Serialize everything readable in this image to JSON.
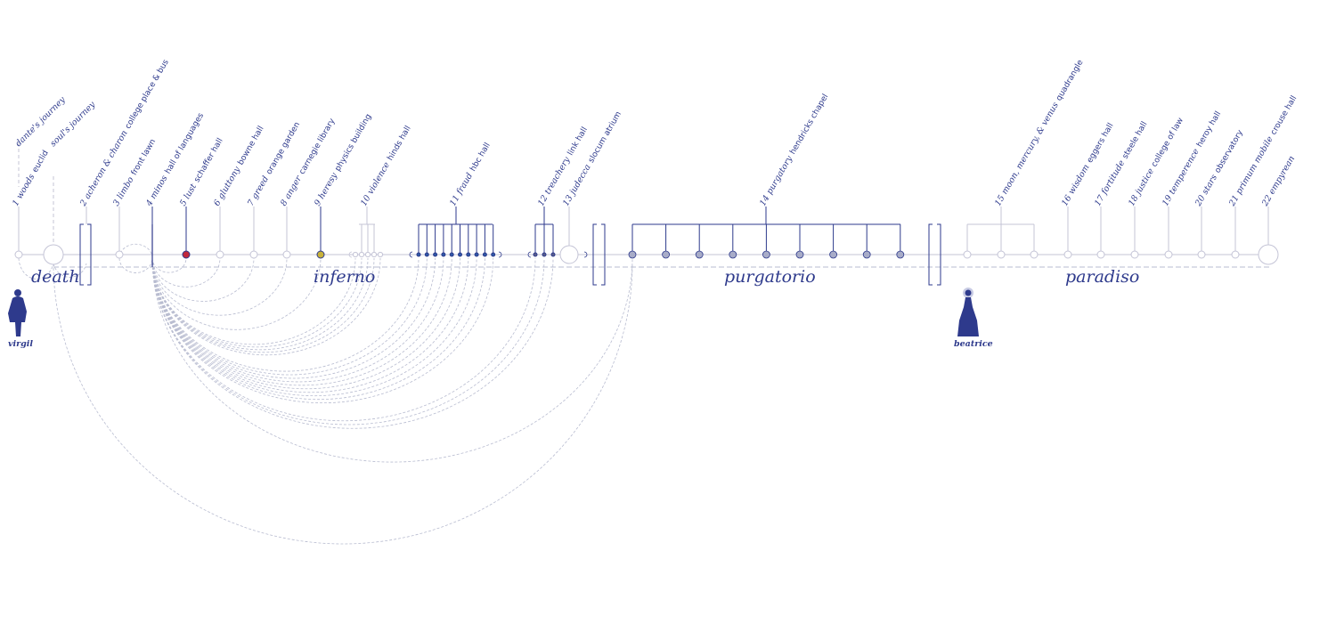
{
  "colors": {
    "ink": "#2e3a8c",
    "faint": "#c4c4d6",
    "arc": "#b8bcd0",
    "lust": "#c0283c",
    "heresy": "#c8b23a",
    "purg_node": "#a8acc8",
    "fraud_node": "#2e5aa8"
  },
  "journeys": [
    {
      "id": "dante",
      "label": "dante's journey"
    },
    {
      "id": "soul",
      "label": "soul's journey"
    }
  ],
  "sections": [
    {
      "id": "death",
      "label": "death"
    },
    {
      "id": "inferno",
      "label": "inferno"
    },
    {
      "id": "purgatorio",
      "label": "purgatorio"
    },
    {
      "id": "paradiso",
      "label": "paradiso"
    }
  ],
  "figures": [
    {
      "id": "virgil",
      "label": "virgil"
    },
    {
      "id": "beatrice",
      "label": "beatrice"
    }
  ],
  "stops": [
    {
      "num": "1 woods",
      "place": "euclid"
    },
    {
      "num": "2 acheron & charon",
      "place": "college place & bus"
    },
    {
      "num": "3 limbo",
      "place": "front lawn"
    },
    {
      "num": "4 minos",
      "place": "hall of languages"
    },
    {
      "num": "5 lust",
      "place": "schaffer hall"
    },
    {
      "num": "6 gluttony",
      "place": "bowne hall"
    },
    {
      "num": "7 greed",
      "place": "orange garden"
    },
    {
      "num": "8 anger",
      "place": "carnegie library"
    },
    {
      "num": "9 heresy",
      "place": "physics building"
    },
    {
      "num": "10 violence",
      "place": "hinds hall"
    },
    {
      "num": "11 fraud",
      "place": "hbc hall"
    },
    {
      "num": "12 treachery",
      "place": "link hall"
    },
    {
      "num": "13 judecca",
      "place": "slocum atrium"
    },
    {
      "num": "14 purgatory",
      "place": "hendricks chapel"
    },
    {
      "num": "15 moon, mercury, & venus",
      "place": "quadrangle"
    },
    {
      "num": "16 wisdom",
      "place": "eggers hall"
    },
    {
      "num": "17 fortitude",
      "place": "steele hall"
    },
    {
      "num": "18 justice",
      "place": "college of law"
    },
    {
      "num": "19 temperence",
      "place": "heroy hall"
    },
    {
      "num": "20 stars",
      "place": "observatory"
    },
    {
      "num": "21 primum mobile",
      "place": "crouse hall"
    },
    {
      "num": "22 empyrean",
      "place": ""
    }
  ]
}
